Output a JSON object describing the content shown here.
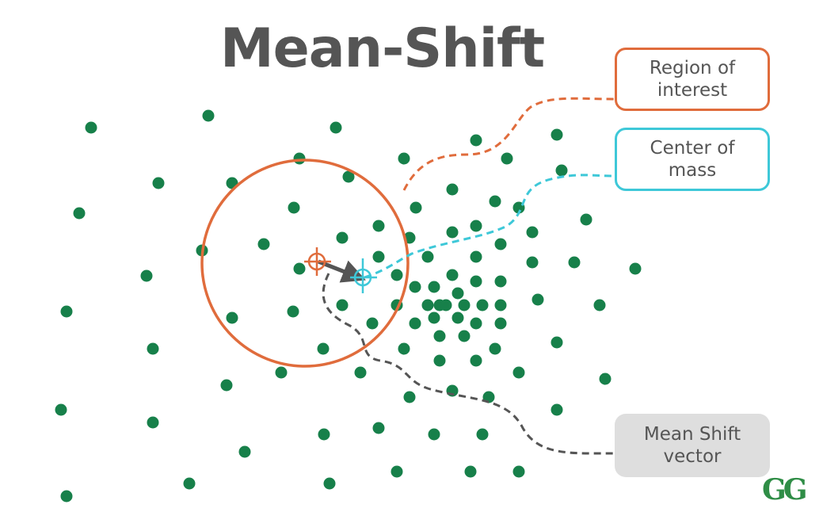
{
  "title": "Mean-Shift",
  "callouts": {
    "region_of_interest": "Region of\ninterest",
    "center_of_mass": "Center of\nmass",
    "mean_shift_vector": "Mean Shift\nvector"
  },
  "logo_text": "GG",
  "icons": {
    "old_center": "crosshair-icon",
    "new_center": "crosshair-icon"
  },
  "colors": {
    "points": "#17804a",
    "region_circle": "#e06c3c",
    "center_of_mass": "#3ec8d8",
    "vector": "#555555",
    "title": "#555555",
    "logo": "#2f8d46"
  }
}
